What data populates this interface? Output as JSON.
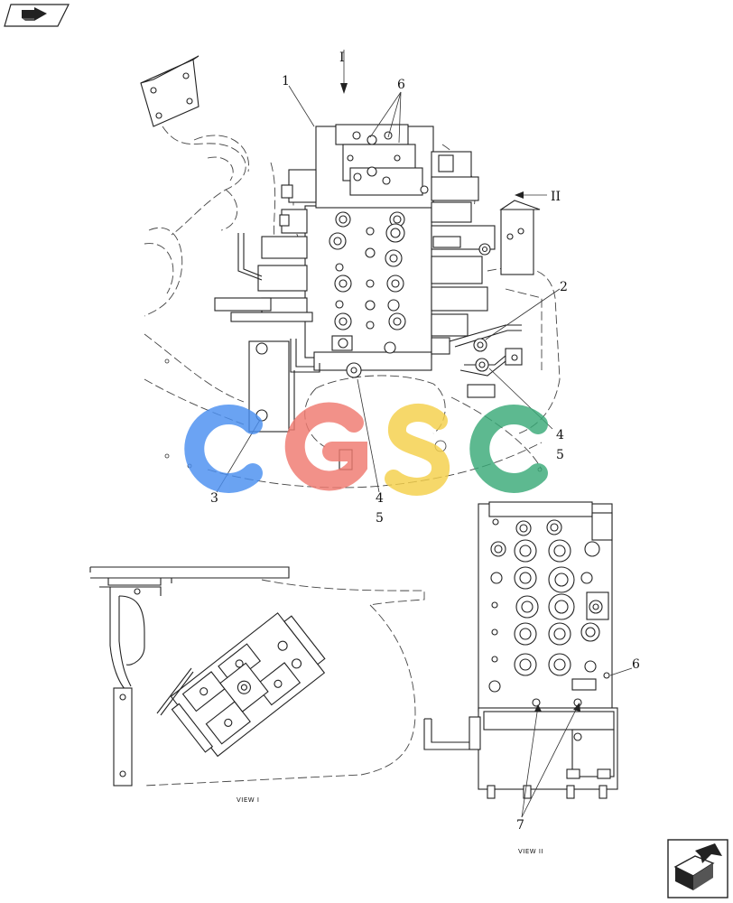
{
  "callouts": {
    "view_one_arrow": "I",
    "view_two_arrow": "II",
    "c1": "1",
    "c2": "2",
    "c3": "3",
    "c4a": "4",
    "c5a": "5",
    "c4b": "4",
    "c5b": "5",
    "c6a": "6",
    "c6b": "6",
    "c7": "7"
  },
  "view_labels": {
    "view_one": "VIEW I",
    "view_two": "VIEW II"
  },
  "watermark": {
    "letters": [
      "C",
      "G",
      "S",
      "C"
    ],
    "colors": [
      "#4a8ff0",
      "#f07a70",
      "#f5d04a",
      "#3aaa78"
    ]
  },
  "icons": {
    "top_left": "back-arrow-icon",
    "bottom_right": "next-page-icon"
  }
}
